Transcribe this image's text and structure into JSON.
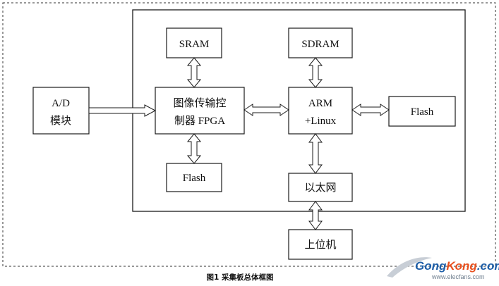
{
  "diagram": {
    "blocks": {
      "sram": "SRAM",
      "sdram": "SDRAM",
      "ad_line1": "A/D",
      "ad_line2": "模块",
      "fpga_line1": "图像传输控",
      "fpga_line2": "制器 FPGA",
      "arm_line1": "ARM",
      "arm_line2": "+Linux",
      "flash_right": "Flash",
      "flash_bottom": "Flash",
      "ethernet": "以太网",
      "host": "上位机"
    },
    "caption": "图1  采集板总体框图"
  },
  "watermark": {
    "brand_part1": "Gong",
    "brand_part2": "Kong",
    "brand_part3": ".com",
    "url": "www.elecfans.com",
    "colors": {
      "gong": "#1f5fa8",
      "kong": "#e8501e",
      "com": "#1f5fa8"
    }
  }
}
